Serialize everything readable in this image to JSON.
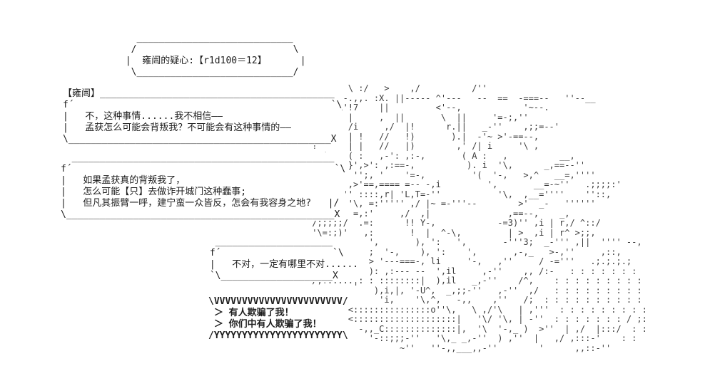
{
  "scene": {
    "speaker": "雍闿",
    "speaker_label": "【雍闿】",
    "dice_roll": {
      "label": "雍闿的疑心",
      "roll": "r1d100",
      "result": "12",
      "text": "雍闿的疑心:【r1d100＝12】"
    },
    "dialogue": {
      "bubble1": [
        "不，这种事情......我不相信——",
        "孟获怎么可能会背叛我？不可能会有这种事情的——"
      ],
      "bubble2": [
        "如果孟获真的背叛我了，",
        "怎么可能【只】去做诈开城门这种蠢事;",
        "但凡其振臂一呼，建宁蛮一众皆反，怎会有我容身之地?"
      ],
      "bubble3": [
        "不对，一定有哪里不对......"
      ],
      "shout": [
        "有人欺骗了我！",
        "你们中有人欺骗了我！"
      ]
    }
  },
  "ascii": {
    "title_bubble": [
      "   ____________________________",
      "  /                            \\",
      " |  雍闿的疑心:【r1d100＝12】      |",
      "  \\____________________________/"
    ],
    "bubble1": [
      "【雍闿】__________________________________________",
      "f´                                              `\\",
      "|   不，这种事情......我不相信——",
      "|   孟获怎么可能会背叛我？不可能会有这种事情的——",
      "\\_______________________________________________X"
    ],
    "bubble2": [
      "  _______________________________________________",
      "f´                                               `\\",
      "|   如果孟获真的背叛我了，",
      "|   怎么可能【只】去做诈开城门这种蠢事;",
      "|   但凡其振臂一呼，建宁蛮一众皆反，怎会有我容身之地?   |/",
      "\\________________________________________________X"
    ],
    "bubble3": [
      "  _____________________",
      " f´                    `\\",
      " |   不对，一定有哪里不对......",
      " `\\____________________X"
    ],
    "shout_bubble": [
      "\\VVVVVVVVVVVVVVVVVVVVVVV/",
      " ＞ 有人欺骗了我！",
      " ＞ 你们中有人欺骗了我！",
      "/YYYYYYYYYYYYYYYYYYYYYYY\\"
    ],
    "character_art": [
      "        \\ :/   >    ,/          /''",
      "   < ((-.,,. :X. ||----- ^'---   --  ==  -===--   ''--__",
      "     -i'!7    ||         <'--,            '~--.",
      " |  //  |     ,  ||       \\  ||     '=-;,''",
      " |/     /i     ,/  |!      r.||   _-''    ,;;=--'",
      " i.     | !   //   !)       ).|  -'~ >'-==--,",
      " !      | |   //   |)        ,' /| i     '\\ ,",
      "  '(,   ( :   ,-': ,:-,       ( A :   ,          __,",
      "   | ~  }',>': ,:==-,          ). i  '\\,      _,==--''",
      "   |,/   '';, '    '=-,         '(  '-,   >,^   __=,''''",
      "   |/   ,>'==,==== =-- -,i         ',       __=-~''   .;;;;:'",
      "   |   '' ::::,r| 'L,T=-''           '\\,  ,__=''''    ''::,",
      "  X,    '\\, =:''''' ,/ |~ =-'''--        >'  _-   ''''''",
      " ,:~:,   =,:'     ,/  ,|               ,==--,    _,",
      " /;;;;;/  .=:      !! Y-,            -=3)'' ,i | r,/ ^::/",
      " '\\=:;)'   ,:       !  |  ^-\\,         | >  ,i | r^ >;;,",
      "            ',       ), ':   ',       -'''3;  _-''' ,||  '''' --,",
      "            ;  '-,    ), ':    ',       ,-,_   >-,''     ,::,",
      "            > '---===-, li     '-,   ,''     / -='''   .;.;.;.;",
      "            ): ,:--- --  ',il     ,-''    ,, /:-   : : : : : : :",
      " /,!:::::|: : ::::::::|  ),il   _,-''    /^,    : : : : : : : : :",
      "             ),i,|, '-U^,  _,;;-''   ,-''  ,/   : : : : : : : : :",
      "              'i,    '\\,^,   -,,    ,''   /;  : : : : : : : : : :",
      "        <:::::::::::::::o''\\,   \\ ,/'\\   | ,'''  : : : : : : : : :",
      "        <::::::::::::::::::::|   '\\/ '\\, | -''  : : : : : : : / ;:",
      "          -,,_C::::::::::::::|,  '\\  '-,_ )  >''  | ,/  |:::/  : :",
      "            '-::;;;-''   '\\,_ _,-''  ) ,''  |   ,/ ,:::-'    : :",
      "                  ~''   ''-,,___,,-''        '      ,,::-''"
    ]
  }
}
